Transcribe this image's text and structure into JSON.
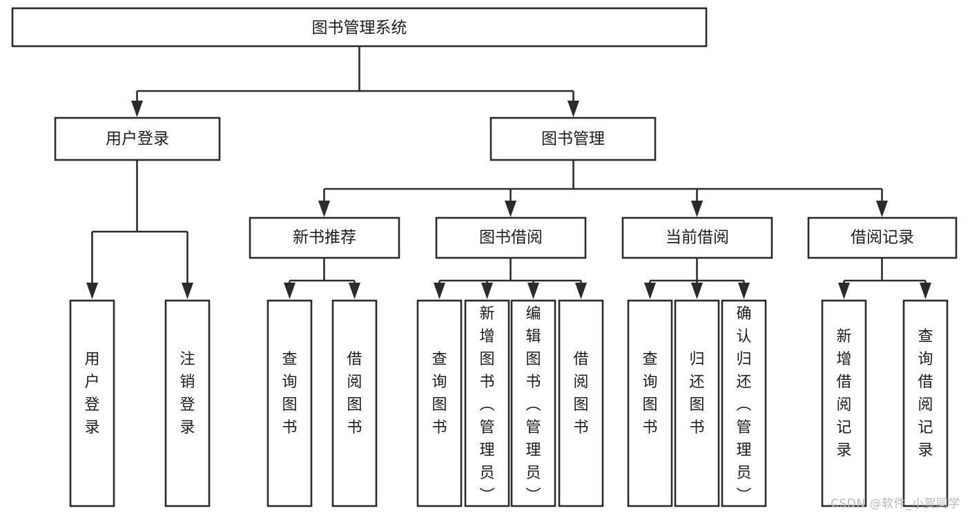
{
  "diagram": {
    "title_node": {
      "id": "root",
      "label": "图书管理系统",
      "orientation": "horizontal"
    },
    "level2": [
      {
        "id": "user-login",
        "label": "用户登录",
        "orientation": "horizontal"
      },
      {
        "id": "book-management",
        "label": "图书管理",
        "orientation": "horizontal"
      }
    ],
    "level3": [
      {
        "id": "new-book-recommend",
        "label": "新书推荐",
        "orientation": "horizontal"
      },
      {
        "id": "book-borrow",
        "label": "图书借阅",
        "orientation": "horizontal"
      },
      {
        "id": "current-borrow",
        "label": "当前借阅",
        "orientation": "horizontal"
      },
      {
        "id": "borrow-record",
        "label": "借阅记录",
        "orientation": "horizontal"
      }
    ],
    "leaves": [
      {
        "id": "leaf-user-login",
        "label": "用户登录",
        "parent": "user-login",
        "orientation": "vertical"
      },
      {
        "id": "leaf-logout-login",
        "label": "注销登录",
        "parent": "user-login",
        "orientation": "vertical"
      },
      {
        "id": "leaf-query-book-1",
        "label": "查询图书",
        "parent": "new-book-recommend",
        "orientation": "vertical"
      },
      {
        "id": "leaf-borrow-book-1",
        "label": "借阅图书",
        "parent": "new-book-recommend",
        "orientation": "vertical"
      },
      {
        "id": "leaf-query-book-2",
        "label": "查询图书",
        "parent": "book-borrow",
        "orientation": "vertical"
      },
      {
        "id": "leaf-add-book",
        "label": "新增图书（管理员）",
        "parent": "book-borrow",
        "orientation": "vertical"
      },
      {
        "id": "leaf-edit-book",
        "label": "编辑图书（管理员）",
        "parent": "book-borrow",
        "orientation": "vertical"
      },
      {
        "id": "leaf-borrow-book-2",
        "label": "借阅图书",
        "parent": "book-borrow",
        "orientation": "vertical"
      },
      {
        "id": "leaf-query-book-3",
        "label": "查询图书",
        "parent": "current-borrow",
        "orientation": "vertical"
      },
      {
        "id": "leaf-return-book",
        "label": "归还图书",
        "parent": "current-borrow",
        "orientation": "vertical"
      },
      {
        "id": "leaf-confirm-return",
        "label": "确认归还（管理员）",
        "parent": "current-borrow",
        "orientation": "vertical"
      },
      {
        "id": "leaf-add-record",
        "label": "新增借阅记录",
        "parent": "borrow-record",
        "orientation": "vertical"
      },
      {
        "id": "leaf-query-record",
        "label": "查询借阅记录",
        "parent": "borrow-record",
        "orientation": "vertical"
      }
    ],
    "colors": {
      "stroke": "#2b2b2b",
      "box_fill": "#ffffff",
      "text": "#1c1c1c",
      "background": "#ffffff",
      "watermark": "#b9b9b9"
    }
  },
  "watermark": {
    "text": "CSDN @软件_小贺同学"
  }
}
